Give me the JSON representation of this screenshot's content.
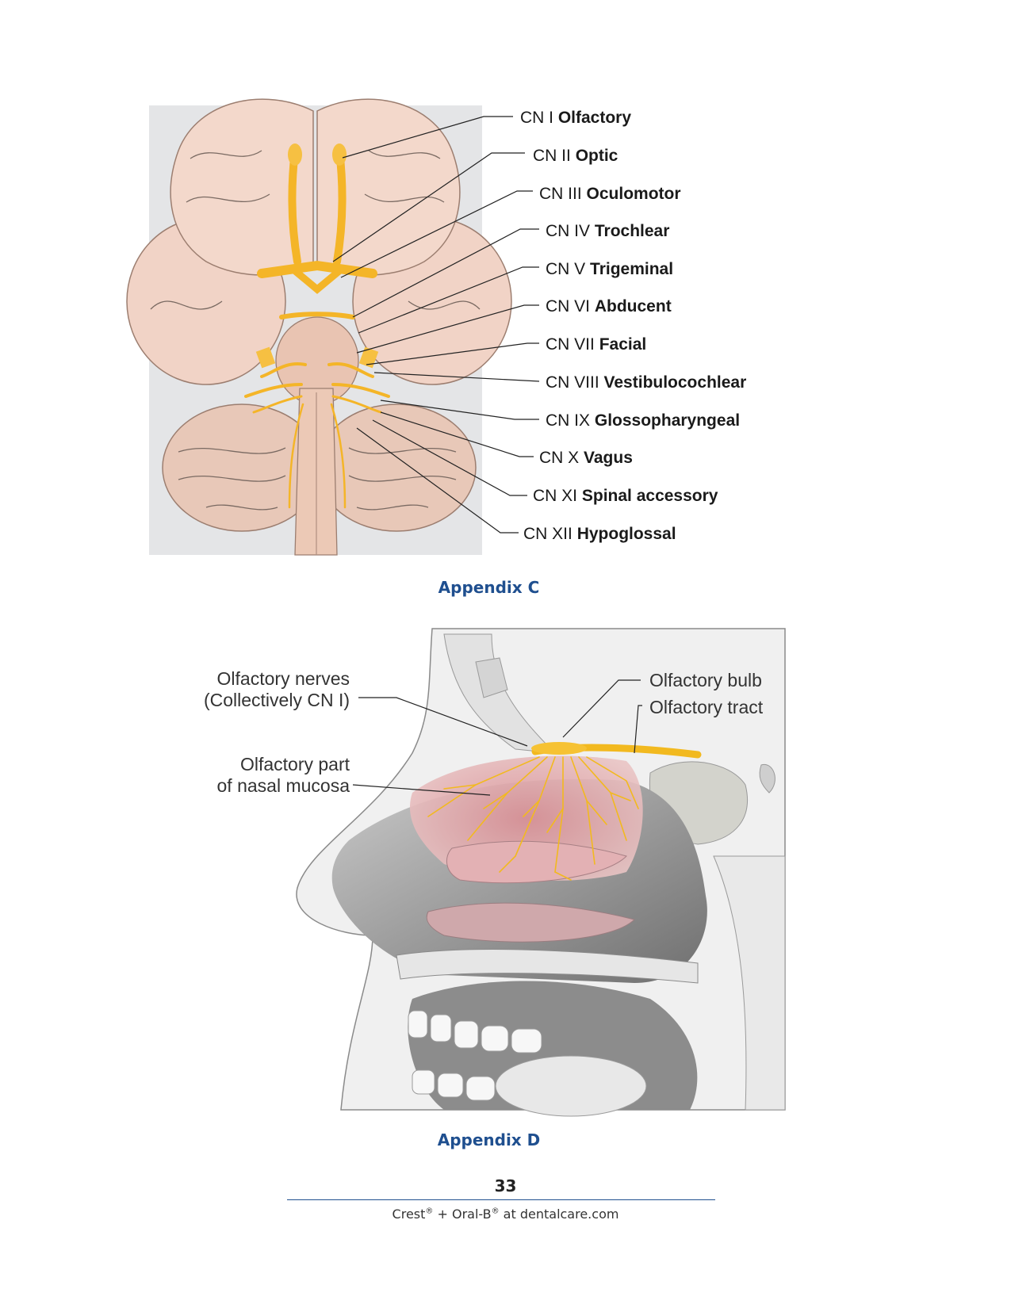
{
  "appendix_c": {
    "caption": "Appendix C",
    "labels": [
      {
        "prefix": "CN I",
        "name": "Olfactory"
      },
      {
        "prefix": "CN II",
        "name": "Optic"
      },
      {
        "prefix": "CN III",
        "name": "Oculomotor"
      },
      {
        "prefix": "CN IV",
        "name": "Trochlear"
      },
      {
        "prefix": "CN V",
        "name": "Trigeminal"
      },
      {
        "prefix": "CN VI",
        "name": "Abducent"
      },
      {
        "prefix": "CN VII",
        "name": "Facial"
      },
      {
        "prefix": "CN VIII",
        "name": "Vestibulocochlear"
      },
      {
        "prefix": "CN IX",
        "name": "Glossopharyngeal"
      },
      {
        "prefix": "CN X",
        "name": "Vagus"
      },
      {
        "prefix": "CN XI",
        "name": "Spinal accessory"
      },
      {
        "prefix": "CN XII",
        "name": "Hypoglossal"
      }
    ]
  },
  "appendix_d": {
    "caption": "Appendix D",
    "labels": {
      "olfactory_nerves_line1": "Olfactory nerves",
      "olfactory_nerves_line2": "(Collectively CN I)",
      "olfactory_part_line1": "Olfactory part",
      "olfactory_part_line2": "of nasal mucosa",
      "olfactory_bulb": "Olfactory bulb",
      "olfactory_tract": "Olfactory tract"
    }
  },
  "footer": {
    "page_number": "33",
    "brand1": "Crest",
    "reg1": "®",
    "plus": " + ",
    "brand2": "Oral-B",
    "reg2": "®",
    "tail": " at dentalcare.com"
  }
}
